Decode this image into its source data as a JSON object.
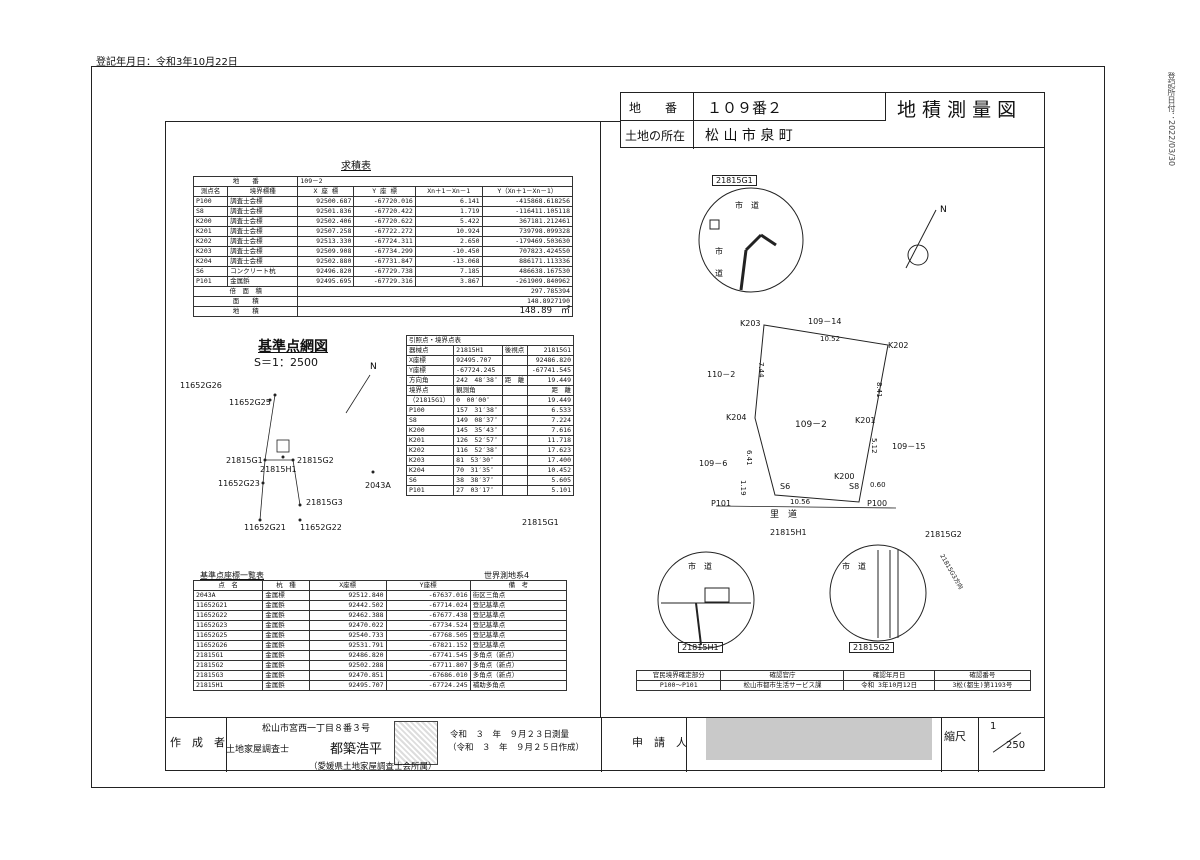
{
  "header": {
    "registration_date": "登記年月日：令和3年10月22日",
    "print_date": "登記所日付：2022/03/30"
  },
  "title_block": {
    "chiban_label": "地　　番",
    "chiban_value": "１０９番２",
    "doc_title": "地 積 測 量 図",
    "location_label": "土地の所在",
    "location_value": "松 山 市 泉 町"
  },
  "area_table": {
    "title": "求積表",
    "chiban_row": [
      "地　　番",
      "109－2"
    ],
    "headers": [
      "測点名",
      "境界標種",
      "X 座 標",
      "Y 座 標",
      "Xn＋1－Xn－1",
      "Y（Xn＋1－Xn－1）"
    ],
    "rows": [
      [
        "P100",
        "調査士会標",
        "92500.687",
        "-67720.016",
        "6.141",
        "-415868.618256"
      ],
      [
        "S8",
        "調査士会標",
        "92501.836",
        "-67720.422",
        "1.719",
        "-116411.105118"
      ],
      [
        "K200",
        "調査士会標",
        "92502.406",
        "-67720.622",
        "5.422",
        "367181.212461"
      ],
      [
        "K201",
        "調査士会標",
        "92507.258",
        "-67722.272",
        "10.924",
        "739798.099328"
      ],
      [
        "K202",
        "調査士会標",
        "92513.330",
        "-67724.311",
        "2.650",
        "-179469.503630"
      ],
      [
        "K203",
        "調査士会標",
        "92509.908",
        "-67734.299",
        "-10.450",
        "707823.424550"
      ],
      [
        "K204",
        "調査士会標",
        "92502.880",
        "-67731.847",
        "-13.068",
        "886171.113336"
      ],
      [
        "S6",
        "コンクリート杭",
        "92496.820",
        "-67729.738",
        "7.185",
        "486638.167530"
      ],
      [
        "P101",
        "金属鋲",
        "92495.695",
        "-67729.316",
        "3.867",
        "-261909.840962"
      ]
    ],
    "bai_label": "倍　面　積",
    "bai_value": "297.785394",
    "men_label": "面　　積",
    "men_value": "148.8927190",
    "chiseki_label": "地　　積",
    "chiseki_value": "148.89　㎡"
  },
  "ref_network": {
    "title": "基準点網図",
    "scale": "S＝1：2500",
    "north": "N",
    "labels": [
      "11652G26",
      "11652G25",
      "21815G1",
      "21815H1",
      "21815G2",
      "11652G23",
      "21815G3",
      "2043A",
      "11652G21",
      "11652G22"
    ]
  },
  "lead_table": {
    "title": "引照点・境界点表",
    "rows": [
      [
        "器械点",
        "21815H1",
        "後視点",
        "21815G1"
      ],
      [
        "X座標",
        "92495.707",
        "",
        "92486.820"
      ],
      [
        "Y座標",
        "-67724.245",
        "",
        "-67741.545"
      ],
      [
        "方向角",
        "242　48′38″",
        "距　離",
        "19.449"
      ],
      [
        "境界点",
        "観測角",
        "",
        "距　離"
      ],
      [
        "（21815G1）",
        "0　00′00″",
        "",
        "19.449"
      ],
      [
        "P100",
        "157　31′38″",
        "",
        "6.533"
      ],
      [
        "S8",
        "149　08′37″",
        "",
        "7.224"
      ],
      [
        "K200",
        "145　35′43″",
        "",
        "7.616"
      ],
      [
        "K201",
        "126　52′57″",
        "",
        "11.718"
      ],
      [
        "K202",
        "116　52′38″",
        "",
        "17.623"
      ],
      [
        "K203",
        "81　53′30″",
        "",
        "17.400"
      ],
      [
        "K204",
        "70　31′35″",
        "",
        "10.452"
      ],
      [
        "S6",
        "38　38′37″",
        "",
        "5.605"
      ],
      [
        "P101",
        "27　03′17″",
        "",
        "5.101"
      ]
    ]
  },
  "ref_point_table": {
    "title": "基準点座標一覧表",
    "system": "世界測地系4",
    "headers": [
      "点　名",
      "杭　種",
      "X座標",
      "Y座標",
      "備　考"
    ],
    "rows": [
      [
        "2043A",
        "金属標",
        "92512.840",
        "-67637.016",
        "街区三角点"
      ],
      [
        "11652G21",
        "金属鋲",
        "92442.502",
        "-67714.024",
        "登記基準点"
      ],
      [
        "11652G22",
        "金属鋲",
        "92462.388",
        "-67677.438",
        "登記基準点"
      ],
      [
        "11652G23",
        "金属鋲",
        "92470.022",
        "-67734.524",
        "登記基準点"
      ],
      [
        "11652G25",
        "金属鋲",
        "92540.733",
        "-67768.505",
        "登記基準点"
      ],
      [
        "11652G26",
        "金属鋲",
        "92531.791",
        "-67821.152",
        "登記基準点"
      ],
      [
        "21815G1",
        "金属鋲",
        "92486.820",
        "-67741.545",
        "多角点（新点）"
      ],
      [
        "21815G2",
        "金属鋲",
        "92502.288",
        "-67711.807",
        "多角点（新点）"
      ],
      [
        "21815G3",
        "金属鋲",
        "92470.851",
        "-67686.010",
        "多角点（新点）"
      ],
      [
        "21815H1",
        "金属鋲",
        "92495.707",
        "-67724.245",
        "補助多角点"
      ]
    ]
  },
  "parcel_map": {
    "parcel": "109－2",
    "neighbors": [
      "109－14",
      "110－2",
      "109－15",
      "109－6"
    ],
    "road": "里　道",
    "points": [
      "K203",
      "K202",
      "K204",
      "K201",
      "K200",
      "S8",
      "S6",
      "P101",
      "P100"
    ],
    "dims": [
      "10.52",
      "7.44",
      "8.41",
      "6.41",
      "5.12",
      "10.56",
      "1.19",
      "0.60"
    ],
    "north": "N",
    "g1_label": "21815G1",
    "h1_label": "21815H1",
    "h1_point": "21815H1",
    "g2_label": "21815G2",
    "g2_point": "21815G2",
    "g1_point": "21815G1",
    "road1": "市　道",
    "road2": "市",
    "road3": "道",
    "g2_to": "21815G3方向"
  },
  "confirm_table": {
    "headers": [
      "官民境界確定部分",
      "確認官庁",
      "確認年月日",
      "確認番号"
    ],
    "row": [
      "P100～P101",
      "松山市都市生活サービス課",
      "令和 3年10月12日",
      "3松(都生)第1193号"
    ]
  },
  "footer": {
    "author_label": "作　成　者",
    "address": "松山市宮西一丁目８番３号",
    "title": "土地家屋調査士",
    "name": "都築浩平",
    "survey_date": "令和　３　年　９月２３日測量",
    "created_date": "（令和　３　年　９月２５日作成）",
    "assoc": "（愛媛県土地家屋調査士会所属）",
    "applicant_label": "申　請　人",
    "scale_label": "縮尺",
    "scale_num": "1",
    "scale_den": "250"
  }
}
